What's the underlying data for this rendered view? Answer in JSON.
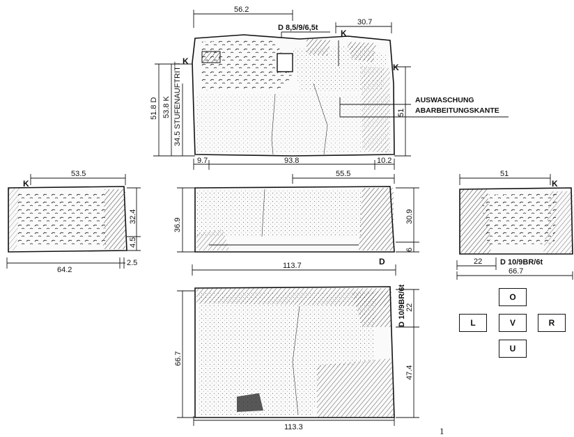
{
  "views": {
    "top": {
      "dim_top_left": "56.2",
      "dim_top_right": "30.7",
      "label_sample": "D 8,5/9/6,5t",
      "k_top": "K",
      "k_left": "K",
      "k_right": "K",
      "dim_left_outer": "51.8 D",
      "dim_left_mid": "53.8 K",
      "dim_left_inner": "34.5 STUFENAUFTRITT",
      "dim_right": "51",
      "note_1": "AUSWASCHUNG",
      "note_2": "ABARBEITUNGSKANTE",
      "dim_bottom_left": "9.7",
      "dim_bottom_mid": "93.8",
      "dim_bottom_right": "10.2"
    },
    "left": {
      "dim_top": "53.5",
      "k": "K",
      "dim_right_upper": "32.4",
      "dim_right_lower": "4.5",
      "dim_bottom": "64.2",
      "dim_bottom_small": "2.5"
    },
    "front": {
      "dim_top": "55.5",
      "dim_left": "36.9",
      "dim_right_upper": "30.9",
      "dim_right_lower": "6",
      "label_d": "D",
      "dim_bottom": "113.7"
    },
    "right": {
      "dim_top": "51",
      "k": "K",
      "dim_bottom_left": "22",
      "label": "D 10/9BR/6t",
      "dim_bottom": "66.7"
    },
    "bottom": {
      "dim_left": "66.7",
      "label_vertical": "D 10/9BR/6t",
      "dim_right_upper": "22",
      "dim_right_lower": "47.4",
      "dim_bottom": "113.3"
    }
  },
  "key": {
    "o": "O",
    "l": "L",
    "v": "V",
    "r": "R",
    "u": "U"
  },
  "page_number": "1"
}
